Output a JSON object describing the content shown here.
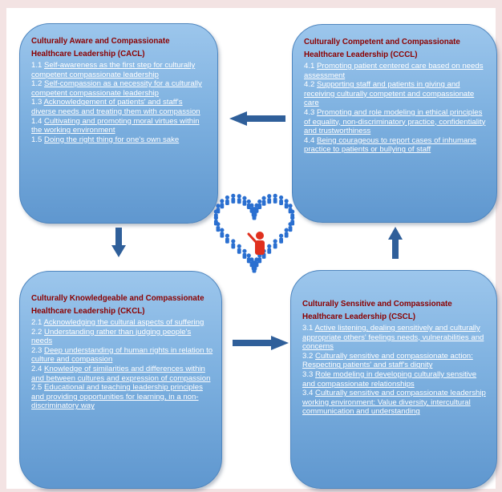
{
  "boxes": {
    "cacl": {
      "title": "Culturally Aware and Compassionate Healthcare Leadership (CACL)",
      "items": [
        {
          "num": "1.1 ",
          "text": "Self-awareness as the first step for culturally competent compassionate leadership"
        },
        {
          "num": "1.2 ",
          "text": "Self-compassion as a necessity for a culturally competent compassionate leadership"
        },
        {
          "num": "1.3 ",
          "text": "Acknowledgement of patients' and staff's diverse needs and treating them with compassion"
        },
        {
          "num": "1.4 ",
          "text": "Cultivating and promoting moral virtues within the working environment"
        },
        {
          "num": "1.5 ",
          "text": "Doing the right thing for one's own sake"
        }
      ]
    },
    "cccl": {
      "title": "Culturally Competent and Compassionate Healthcare Leadership (CCCL)",
      "items": [
        {
          "num": "4.1 ",
          "text": "Promoting patient centered care based on needs assessment"
        },
        {
          "num": "4.2 ",
          "text": "Supporting staff and patients in giving and receiving culturally competent and compassionate care"
        },
        {
          "num": "4.3 ",
          "text": "Promoting and role modeling in ethical principles of equality, non-discriminatory practice, confidentiality and trustworthiness"
        },
        {
          "num": "4.4 ",
          "text": "Being courageous to report cases of inhumane practice to patients or bullying of staff"
        }
      ]
    },
    "ckcl": {
      "title": "Culturally Knowledgeable and Compassionate Healthcare Leadership (CKCL)",
      "items": [
        {
          "num": "2.1 ",
          "text": "Acknowledging the cultural aspects of suffering"
        },
        {
          "num": "2.2 ",
          "text": "Understanding rather than judging people's needs"
        },
        {
          "num": "2.3 ",
          "text": "Deep understanding of human rights in relation to culture and compassion"
        },
        {
          "num": "2.4 ",
          "text": "Knowledge of similarities and differences within and between cultures and expression of compassion"
        },
        {
          "num": "2.5 ",
          "text": "Educational and teaching leadership principles and providing opportunities for learning, in a non-discriminatory way"
        }
      ]
    },
    "cscl": {
      "title": "Culturally Sensitive and Compassionate Healthcare Leadership (CSCL)",
      "items": [
        {
          "num": "3.1 ",
          "text": "Active listening, dealing sensitively and culturally appropriate others' feelings needs, vulnerabilities and concerns"
        },
        {
          "num": "3.2 ",
          "text": "Culturally sensitive and compassionate action: Respecting patients' and staff's dignity"
        },
        {
          "num": "3.3 ",
          "text": "Role modeling in developing culturally sensitive and compassionate relationships"
        },
        {
          "num": "3.4 ",
          "text": "Culturally sensitive and compassionate leadership working environment: Value diversity, intercultural communication and understanding"
        }
      ]
    }
  },
  "colors": {
    "title": "#8b0000",
    "box": "#7eb1e0",
    "arrow": "#2f5f9a",
    "figure": "#2a6fd0",
    "leader": "#e0301e"
  },
  "icons": {
    "center": "heart-of-people-icon"
  }
}
